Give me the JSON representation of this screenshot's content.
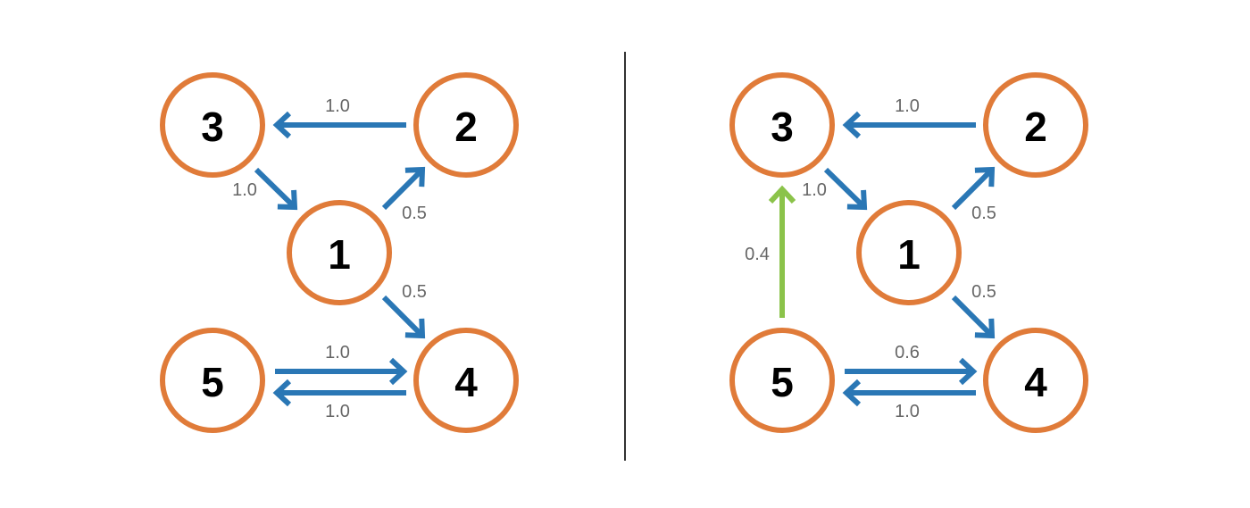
{
  "colors": {
    "node_stroke": "#e07b39",
    "edge_default": "#2a77b5",
    "edge_highlight": "#8bc34a",
    "weight_text": "#666666",
    "divider": "#333333"
  },
  "graphs": [
    {
      "nodes": [
        {
          "id": "3",
          "label": "3"
        },
        {
          "id": "2",
          "label": "2"
        },
        {
          "id": "1",
          "label": "1"
        },
        {
          "id": "5",
          "label": "5"
        },
        {
          "id": "4",
          "label": "4"
        }
      ],
      "edges": [
        {
          "from": "2",
          "to": "3",
          "weight": "1.0"
        },
        {
          "from": "3",
          "to": "1",
          "weight": "1.0"
        },
        {
          "from": "1",
          "to": "2",
          "weight": "0.5"
        },
        {
          "from": "1",
          "to": "4",
          "weight": "0.5"
        },
        {
          "from": "5",
          "to": "4",
          "weight": "1.0"
        },
        {
          "from": "4",
          "to": "5",
          "weight": "1.0"
        }
      ]
    },
    {
      "nodes": [
        {
          "id": "3",
          "label": "3"
        },
        {
          "id": "2",
          "label": "2"
        },
        {
          "id": "1",
          "label": "1"
        },
        {
          "id": "5",
          "label": "5"
        },
        {
          "id": "4",
          "label": "4"
        }
      ],
      "edges": [
        {
          "from": "2",
          "to": "3",
          "weight": "1.0"
        },
        {
          "from": "3",
          "to": "1",
          "weight": "1.0"
        },
        {
          "from": "1",
          "to": "2",
          "weight": "0.5"
        },
        {
          "from": "1",
          "to": "4",
          "weight": "0.5"
        },
        {
          "from": "5",
          "to": "4",
          "weight": "0.6"
        },
        {
          "from": "4",
          "to": "5",
          "weight": "1.0"
        },
        {
          "from": "5",
          "to": "3",
          "weight": "0.4",
          "highlight": true
        }
      ]
    }
  ]
}
